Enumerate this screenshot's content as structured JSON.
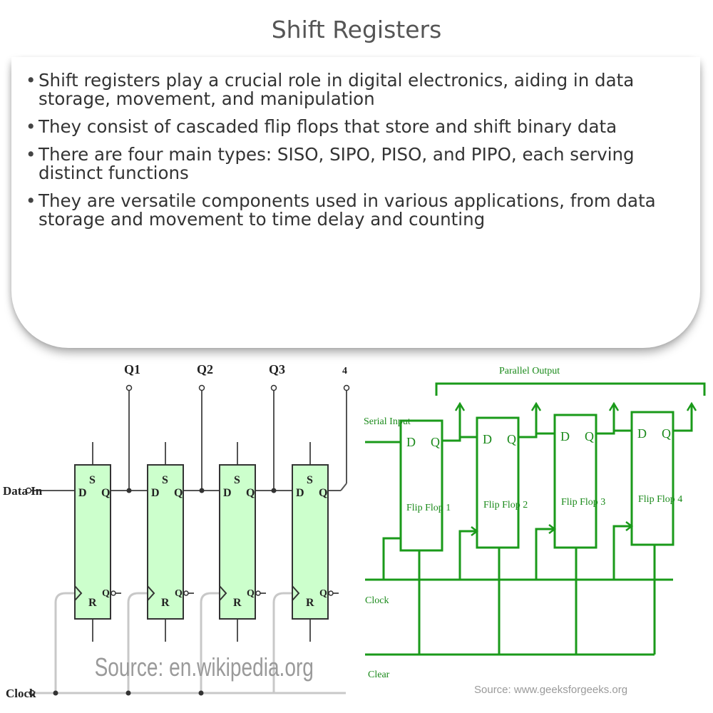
{
  "title": "Shift Registers",
  "bullets": [
    "Shift registers play a crucial role in digital electronics, aiding in data storage, movement, and manipulation",
    "They consist of cascaded flip flops that store and shift binary data",
    "There are four main types: SISO, SIPO, PISO, and PIPO, each serving distinct functions",
    "They are versatile components used in various applications, from data storage and movement to time delay and counting"
  ],
  "left_diagram": {
    "outputs": [
      "Q1",
      "Q2",
      "Q3",
      "4"
    ],
    "data_in_label": "Data In",
    "clock_label": "Clock",
    "pin_d": "D",
    "pin_s": "S",
    "pin_q": "Q",
    "pin_r": "R",
    "source": "Source: en.wikipedia.org",
    "fill_color": "#ccffcc"
  },
  "right_diagram": {
    "parallel_output_label": "Parallel Output",
    "serial_input_label": "Serial Input",
    "clock_label": "Clock",
    "clear_label": "Clear",
    "flip_flops": [
      "Flip Flop 1",
      "Flip Flop 2",
      "Flip Flop 3",
      "Flip Flop 4"
    ],
    "pin_d": "D",
    "pin_q": "Q",
    "source": "Source: www.geeksforgeeks.org",
    "line_color": "#1a9a1a"
  }
}
